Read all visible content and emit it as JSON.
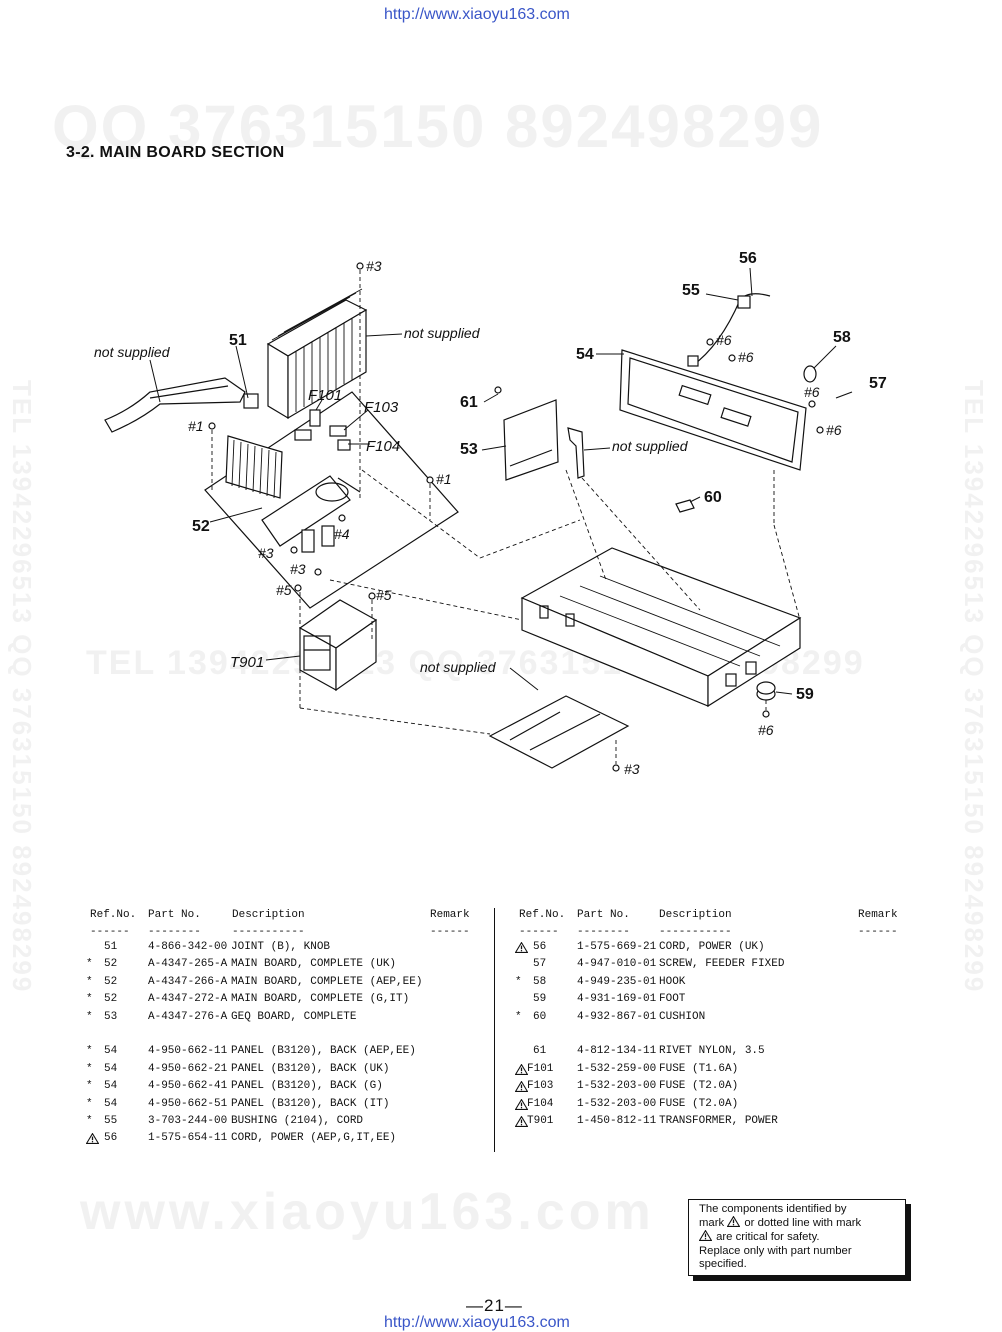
{
  "header": {
    "url_top": "http://www.xiaoyu163.com"
  },
  "footer": {
    "url_bottom": "http://www.xiaoyu163.com",
    "page_number": "—21—"
  },
  "watermarks": {
    "qq_top": "QQ 376315150   892498299",
    "tel_mid": "TEL 13942296513   QQ 376315150   892498299",
    "side_left": "TEL 13942296513  QQ 376315150  892498299",
    "side_right": "TEL 13942296513  QQ 376315150  892498299",
    "site": "www.xiaoyu163.com"
  },
  "section": {
    "title": "3-2. MAIN BOARD SECTION"
  },
  "diagram": {
    "callouts": {
      "n51": "51",
      "n52": "52",
      "n53": "53",
      "n54": "54",
      "n55": "55",
      "n56": "56",
      "n57": "57",
      "n58": "58",
      "n59": "59",
      "n60": "60",
      "n61": "61"
    },
    "screws": {
      "s1": "#1",
      "s3": "#3",
      "s4": "#4",
      "s5": "#5",
      "s6": "#6"
    },
    "refs": {
      "f101": "F101",
      "f103": "F103",
      "f104": "F104",
      "t901": "T901"
    },
    "not_supplied": "not supplied"
  },
  "parts_table": {
    "headers": {
      "ref": "Ref.No.",
      "part": "Part No.",
      "desc": "Description",
      "remark": "Remark"
    },
    "dash": {
      "ref": "------",
      "part": "--------",
      "desc": "-----------",
      "remark": "------"
    },
    "left_rows": [
      {
        "mark": "",
        "ref": "51",
        "part": "4-866-342-00",
        "desc": "JOINT (B), KNOB"
      },
      {
        "mark": "*",
        "ref": "52",
        "part": "A-4347-265-A",
        "desc": "MAIN BOARD, COMPLETE (UK)"
      },
      {
        "mark": "*",
        "ref": "52",
        "part": "A-4347-266-A",
        "desc": "MAIN BOARD, COMPLETE (AEP,EE)"
      },
      {
        "mark": "*",
        "ref": "52",
        "part": "A-4347-272-A",
        "desc": "MAIN BOARD, COMPLETE (G,IT)"
      },
      {
        "mark": "*",
        "ref": "53",
        "part": "A-4347-276-A",
        "desc": "GEQ BOARD, COMPLETE"
      },
      {
        "gap": true
      },
      {
        "mark": "*",
        "ref": "54",
        "part": "4-950-662-11",
        "desc": "PANEL (B3120), BACK (AEP,EE)"
      },
      {
        "mark": "*",
        "ref": "54",
        "part": "4-950-662-21",
        "desc": "PANEL (B3120), BACK (UK)"
      },
      {
        "mark": "*",
        "ref": "54",
        "part": "4-950-662-41",
        "desc": "PANEL (B3120), BACK (G)"
      },
      {
        "mark": "*",
        "ref": "54",
        "part": "4-950-662-51",
        "desc": "PANEL (B3120), BACK (IT)"
      },
      {
        "mark": "*",
        "ref": "55",
        "part": "3-703-244-00",
        "desc": "BUSHING (2104), CORD"
      },
      {
        "mark": "!",
        "ref": "56",
        "part": "1-575-654-11",
        "desc": "CORD, POWER (AEP,G,IT,EE)"
      }
    ],
    "right_rows": [
      {
        "mark": "!",
        "ref": "56",
        "part": "1-575-669-21",
        "desc": "CORD, POWER (UK)"
      },
      {
        "mark": "",
        "ref": "57",
        "part": "4-947-010-01",
        "desc": "SCREW, FEEDER FIXED"
      },
      {
        "mark": "*",
        "ref": "58",
        "part": "4-949-235-01",
        "desc": "HOOK"
      },
      {
        "mark": "",
        "ref": "59",
        "part": "4-931-169-01",
        "desc": "FOOT"
      },
      {
        "mark": "*",
        "ref": "60",
        "part": "4-932-867-01",
        "desc": "CUSHION"
      },
      {
        "gap": true
      },
      {
        "mark": "",
        "ref": "61",
        "part": "4-812-134-11",
        "desc": "RIVET NYLON, 3.5"
      },
      {
        "mark": "!",
        "ref": "F101",
        "part": "1-532-259-00",
        "desc": "FUSE (T1.6A)"
      },
      {
        "mark": "!",
        "ref": "F103",
        "part": "1-532-203-00",
        "desc": "FUSE (T2.0A)"
      },
      {
        "mark": "!",
        "ref": "F104",
        "part": "1-532-203-00",
        "desc": "FUSE (T2.0A)"
      },
      {
        "mark": "!",
        "ref": "T901",
        "part": "1-450-812-11",
        "desc": "TRANSFORMER, POWER"
      }
    ]
  },
  "notice": {
    "l1": "The components identified by",
    "l2a": "mark",
    "l2b": "or dotted line with mark",
    "l3": "are critical for safety.",
    "l4": "Replace only with part number",
    "l5": "specified."
  }
}
